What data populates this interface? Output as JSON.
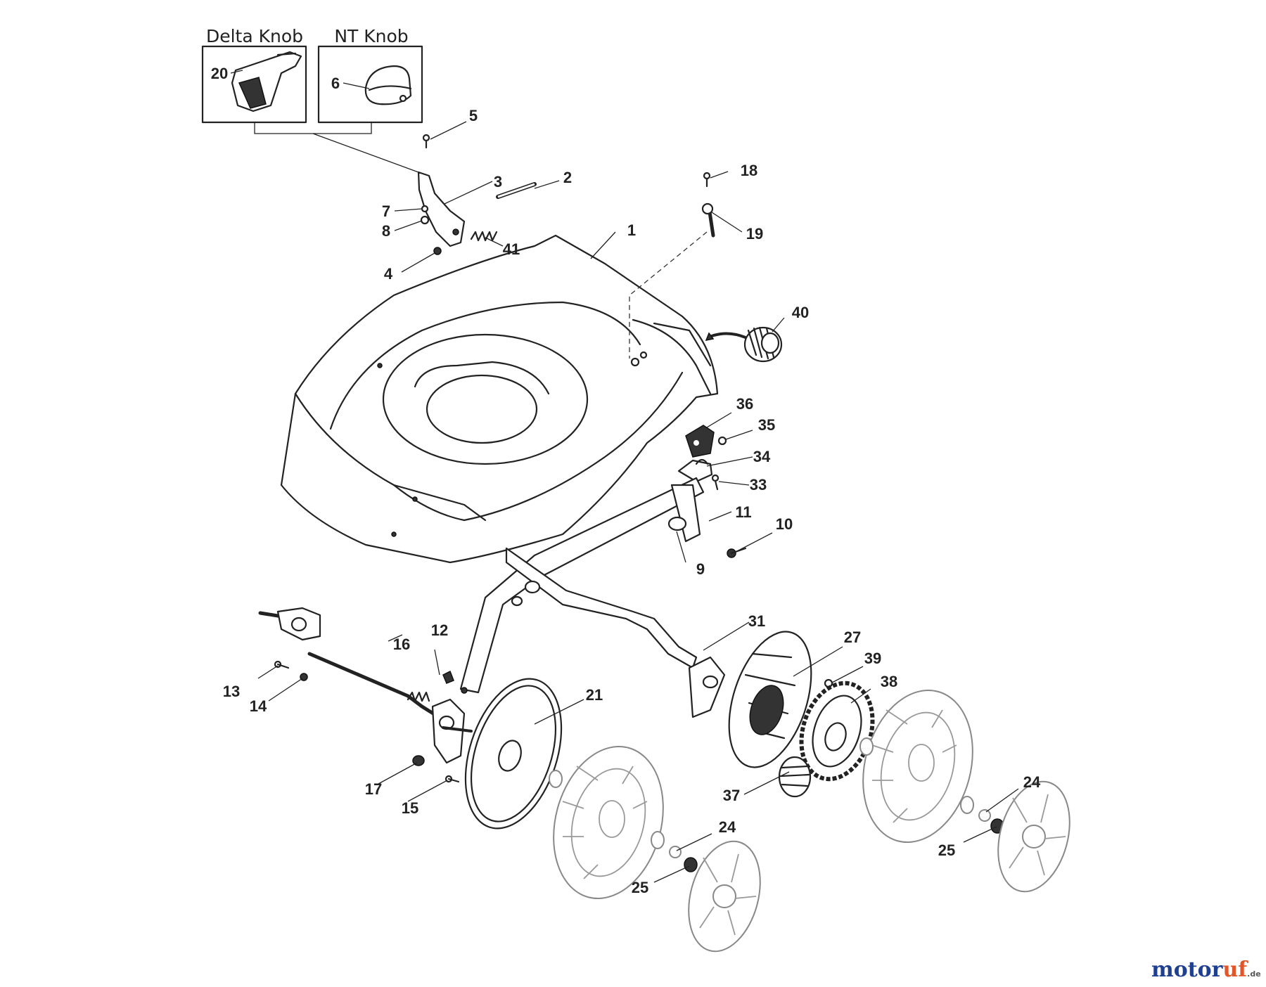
{
  "boxes": {
    "delta_title": "Delta Knob",
    "nt_title": "NT Knob"
  },
  "labels": {
    "p1": "1",
    "p2": "2",
    "p3": "3",
    "p4": "4",
    "p5": "5",
    "p6": "6",
    "p7": "7",
    "p8": "8",
    "p9": "9",
    "p10": "10",
    "p11": "11",
    "p12": "12",
    "p13": "13",
    "p14": "14",
    "p15": "15",
    "p16": "16",
    "p17": "17",
    "p18": "18",
    "p19": "19",
    "p20": "20",
    "p21": "21",
    "p24a": "24",
    "p24b": "24",
    "p25a": "25",
    "p25b": "25",
    "p27": "27",
    "p31": "31",
    "p33": "33",
    "p34": "34",
    "p35": "35",
    "p36": "36",
    "p37": "37",
    "p38": "38",
    "p39": "39",
    "p40": "40",
    "p41": "41"
  },
  "watermark": {
    "brand_main": "motor",
    "brand_accent": "uf",
    "tld": ".de"
  }
}
